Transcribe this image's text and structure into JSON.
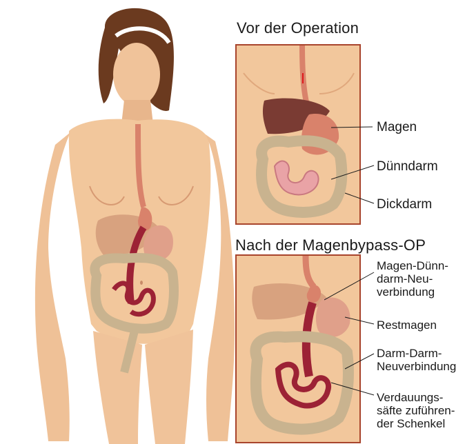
{
  "top_heading": "Vor der Operation",
  "bottom_heading": "Nach der Magenbypass-OP",
  "top_labels": {
    "stomach": "Magen",
    "small_intestine": "Dünndarm",
    "large_intestine": "Dickdarm"
  },
  "bottom_labels": {
    "anastomosis_1": "Magen-Dünn-",
    "anastomosis_2": "darm-Neu-",
    "anastomosis_3": "verbindung",
    "remnant": "Restmagen",
    "bowel_1": "Darm-Darm-",
    "bowel_2": "Neuverbindung",
    "limb_1": "Verdauungs-",
    "limb_2": "säfte zuführen-",
    "limb_3": "der Schenkel"
  },
  "colors": {
    "skin": "#f2c79c",
    "panel_border": "#a8442c",
    "stomach": "#d9826b",
    "liver": "#7a3b33",
    "intestine_small": "#e9a3a6",
    "intestine_limb": "#9c2235",
    "colon": "#c9b38f"
  }
}
